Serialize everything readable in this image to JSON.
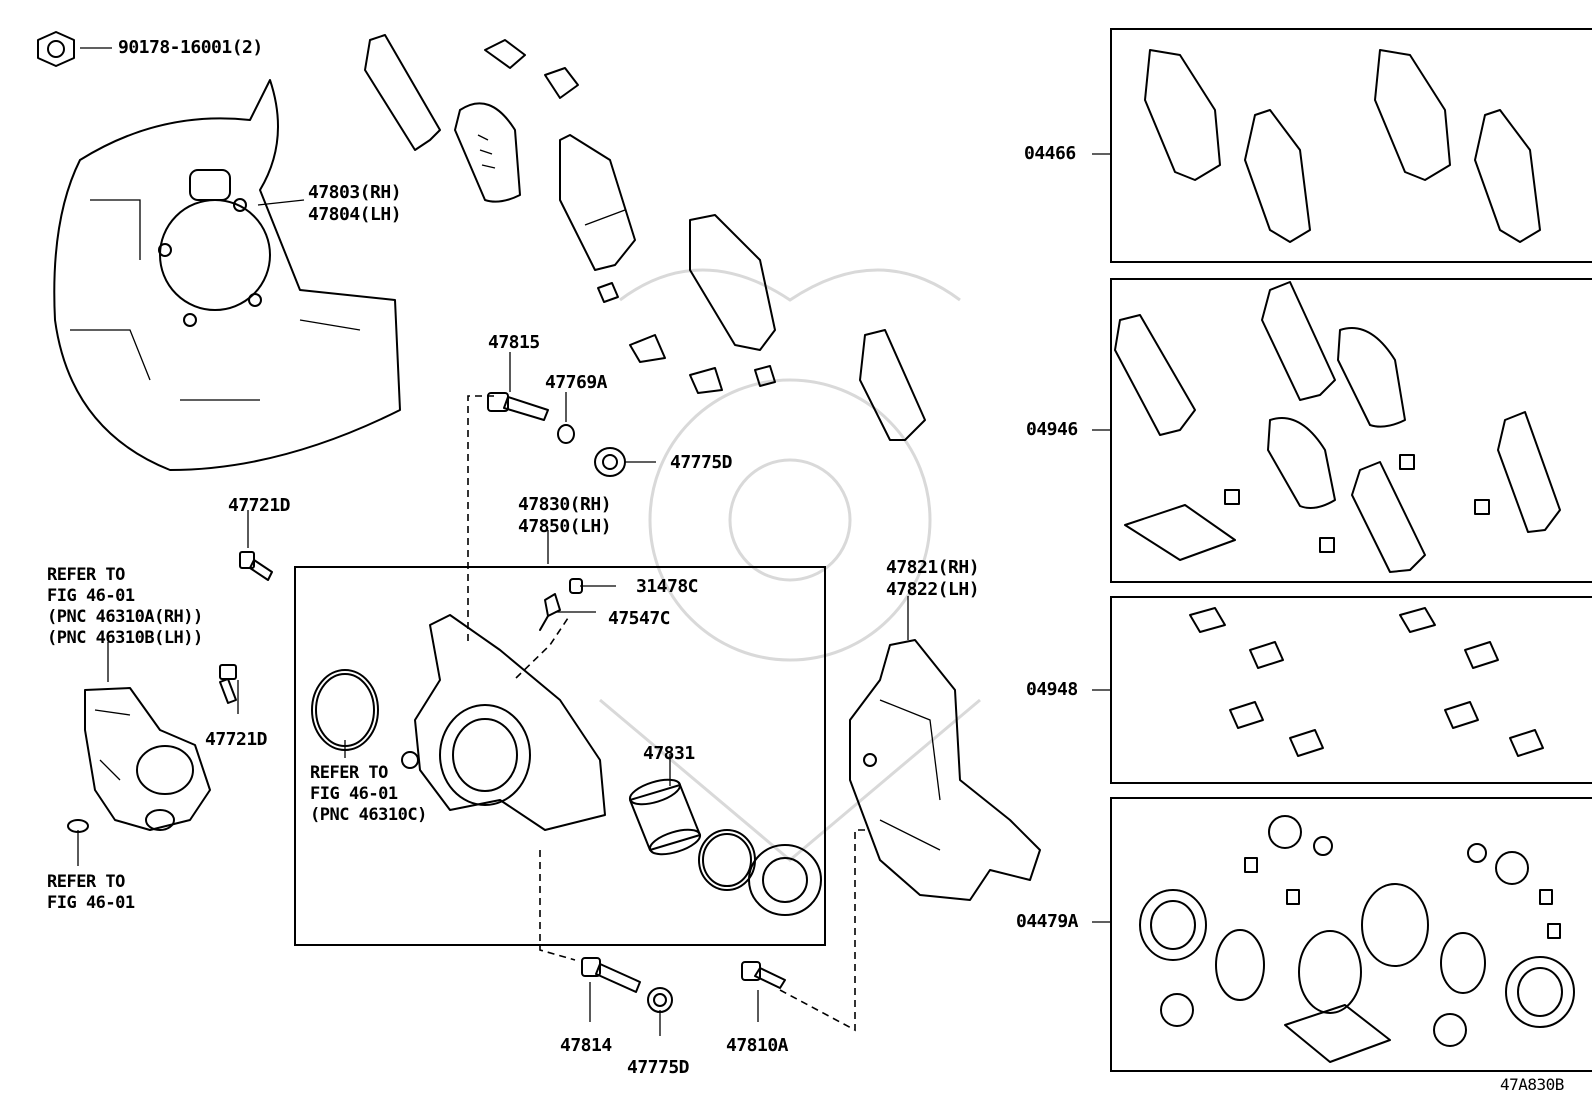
{
  "figure_code": "47A830B",
  "callouts": {
    "nut": "90178-16001(2)",
    "shield_rh": "47803(RH)",
    "shield_lh": "47804(LH)",
    "pin_upper": "47815",
    "boot_small": "47769A",
    "bushing_upper": "47775D",
    "bolt_a": "47721D",
    "bolt_b": "47721D",
    "caliper_rh": "47830(RH)",
    "caliper_lh": "47850(LH)",
    "cap": "31478C",
    "bleeder": "47547C",
    "piston": "47831",
    "mount_rh": "47821(RH)",
    "mount_lh": "47822(LH)",
    "pin_lower": "47814",
    "bushing_lower": "47775D",
    "bolt_lower": "47810A"
  },
  "notes": {
    "actuator": [
      "REFER TO",
      "FIG 46-01",
      "(PNC 46310A(RH))",
      "(PNC 46310B(LH))"
    ],
    "plug": [
      "REFER TO",
      "FIG 46-01"
    ],
    "seal": [
      "REFER TO",
      "FIG 46-01",
      "(PNC 46310C)"
    ]
  },
  "kits": [
    {
      "code": "04466"
    },
    {
      "code": "04946"
    },
    {
      "code": "04948"
    },
    {
      "code": "04479A"
    }
  ]
}
